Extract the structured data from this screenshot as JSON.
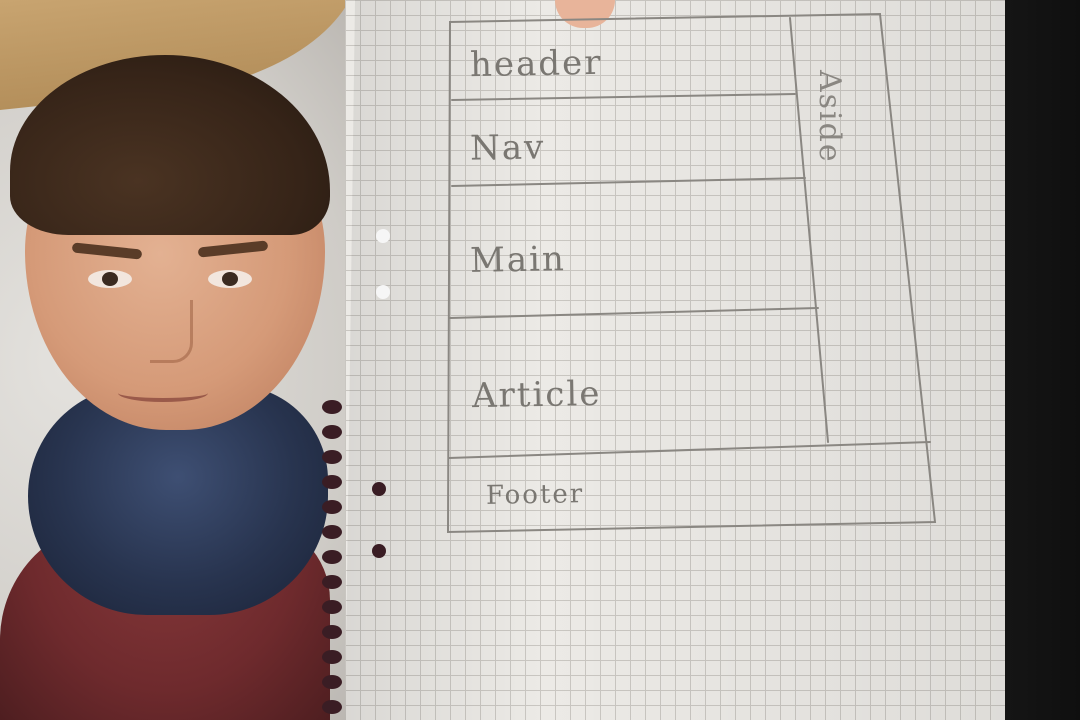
{
  "photo": {
    "subject": "person-holding-paper-sketch"
  },
  "sketch": {
    "labels": {
      "header": "header",
      "nav": "Nav",
      "main": "Main",
      "article": "Article",
      "footer": "Footer",
      "aside": "Aside"
    }
  },
  "colors": {
    "pencil": "#8a8782",
    "paper": "#eceae6",
    "grid": "#c9c6c1",
    "sweater": "#6e2a2d",
    "scarf": "#28344f"
  }
}
